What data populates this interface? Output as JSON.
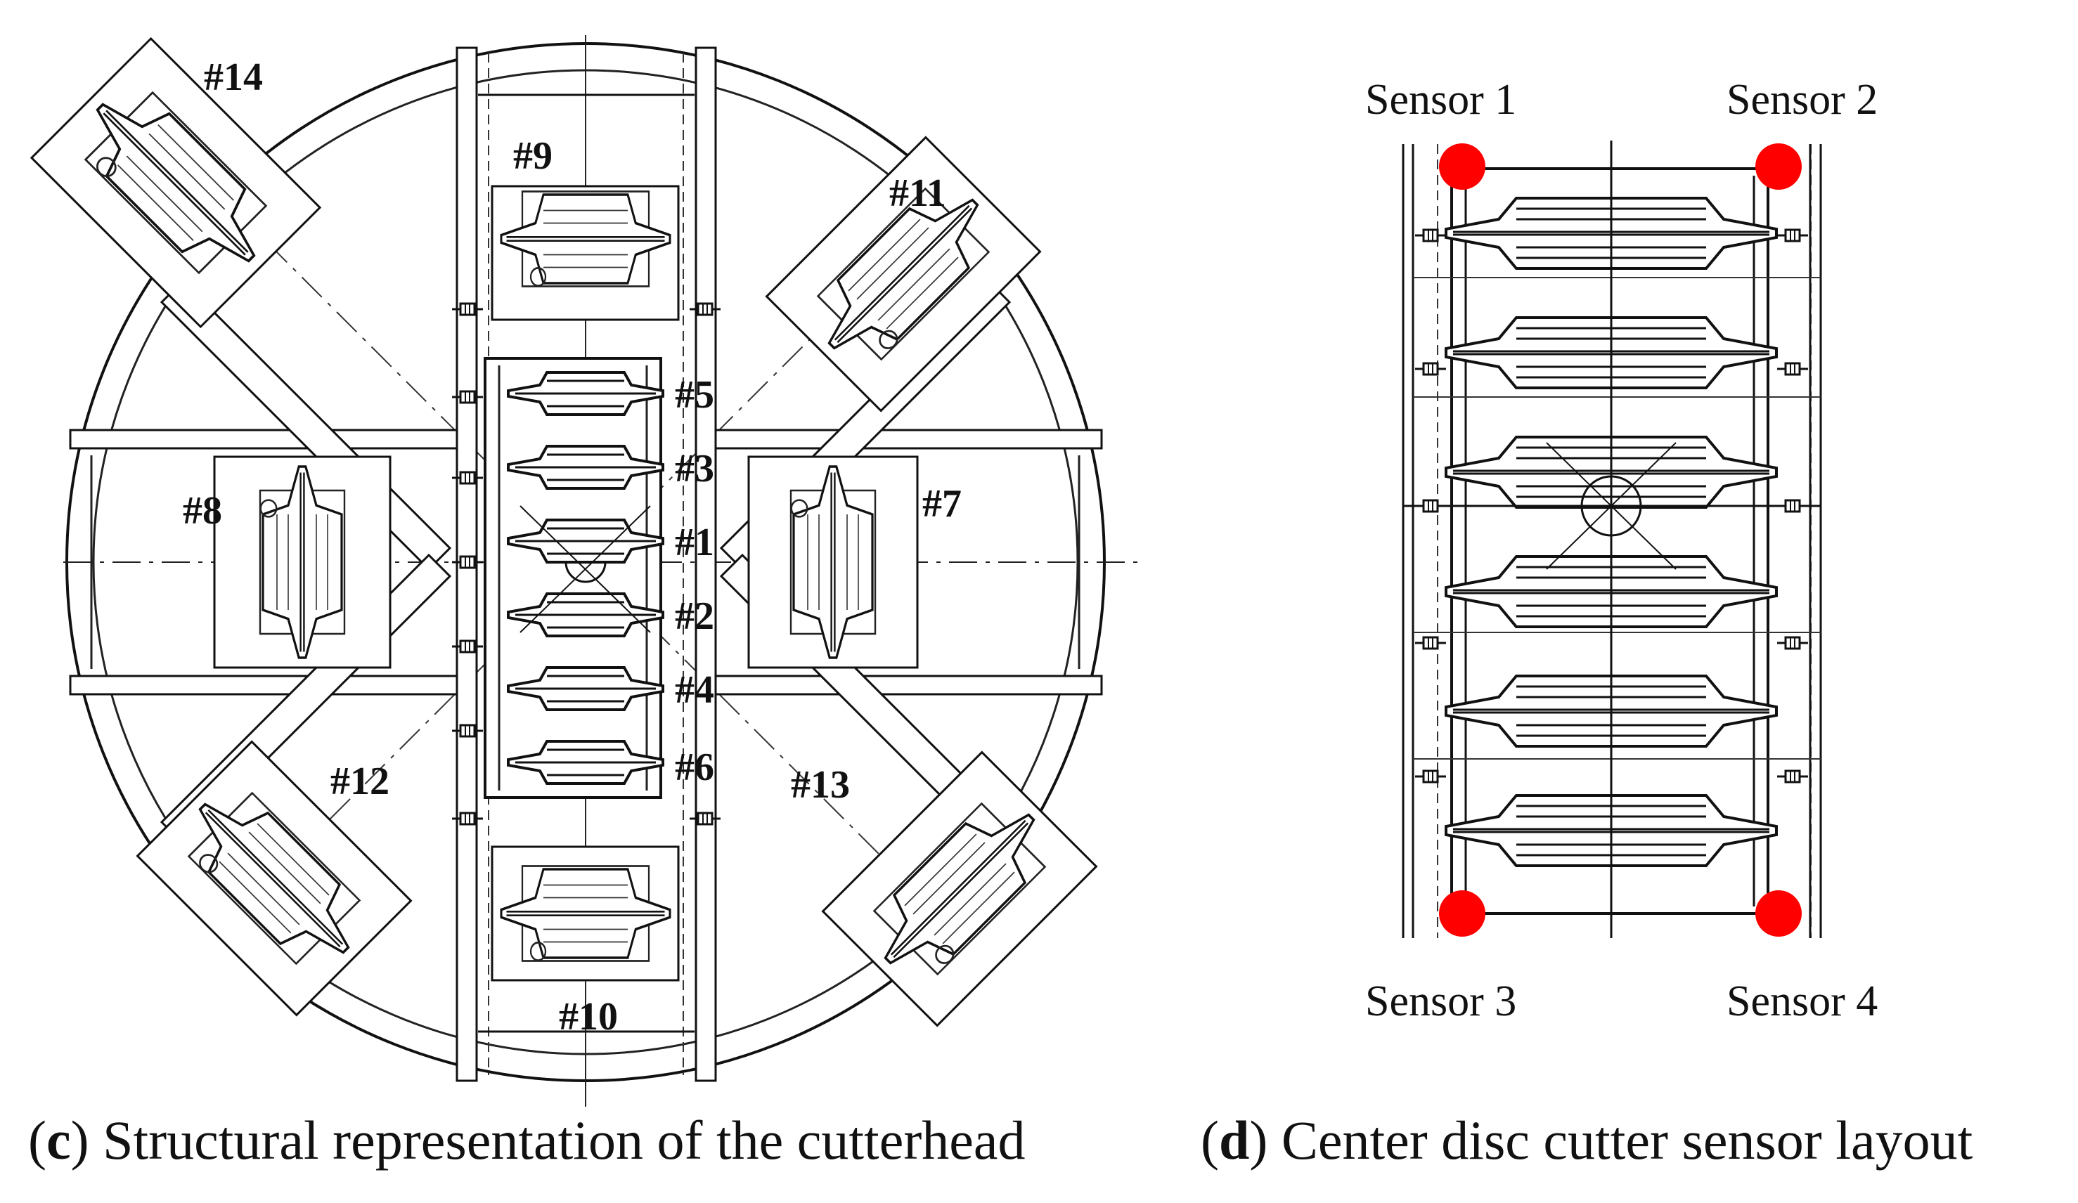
{
  "panel_c": {
    "cutters": [
      {
        "id": "c14",
        "label": "#14"
      },
      {
        "id": "c9",
        "label": "#9"
      },
      {
        "id": "c11",
        "label": "#11"
      },
      {
        "id": "c5",
        "label": "#5"
      },
      {
        "id": "c3",
        "label": "#3"
      },
      {
        "id": "c8",
        "label": "#8"
      },
      {
        "id": "c7",
        "label": "#7"
      },
      {
        "id": "c1",
        "label": "#1"
      },
      {
        "id": "c2",
        "label": "#2"
      },
      {
        "id": "c4",
        "label": "#4"
      },
      {
        "id": "c6",
        "label": "#6"
      },
      {
        "id": "c12",
        "label": "#12"
      },
      {
        "id": "c13",
        "label": "#13"
      },
      {
        "id": "c10",
        "label": "#10"
      }
    ],
    "caption": {
      "letter": "c",
      "text": "Structural representation of the cutterhead"
    }
  },
  "panel_d": {
    "sensors": [
      {
        "id": "s1",
        "label": "Sensor 1"
      },
      {
        "id": "s2",
        "label": "Sensor 2"
      },
      {
        "id": "s3",
        "label": "Sensor 3"
      },
      {
        "id": "s4",
        "label": "Sensor 4"
      }
    ],
    "sensor_color": "#ff0000",
    "caption": {
      "letter": "d",
      "text": "Center disc cutter sensor layout"
    }
  }
}
